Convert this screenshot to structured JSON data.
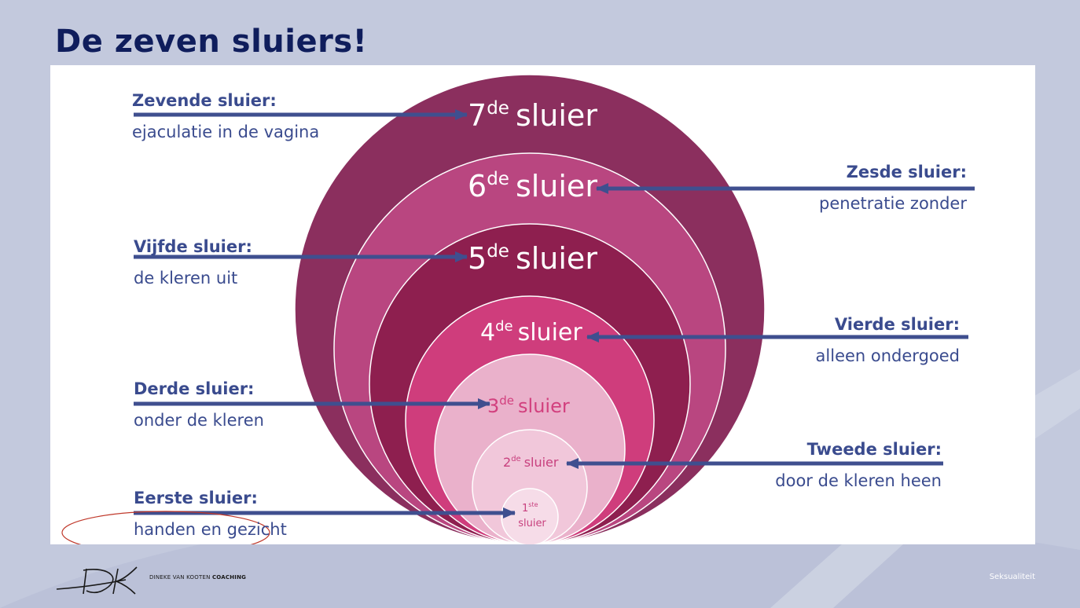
{
  "slide": {
    "title": "De zeven sluiers!",
    "footer": "Seksualiteit",
    "logo": {
      "text_light": "DINEKE VAN KOOTEN",
      "text_bold": "COACHING"
    }
  },
  "circles": [
    {
      "num": "7",
      "sup": "de",
      "word": "sluier"
    },
    {
      "num": "6",
      "sup": "de",
      "word": "sluier"
    },
    {
      "num": "5",
      "sup": "de",
      "word": "sluier"
    },
    {
      "num": "4",
      "sup": "de",
      "word": "sluier"
    },
    {
      "num": "3",
      "sup": "de",
      "word": "sluier"
    },
    {
      "num": "2",
      "sup": "de",
      "word": "sluier"
    },
    {
      "num": "1",
      "sup": "ste",
      "word": "sluier"
    }
  ],
  "labels": [
    {
      "head": "Zevende sluier:",
      "desc": "ejaculatie in de vagina"
    },
    {
      "head": "Zesde sluier:",
      "desc": "penetratie zonder"
    },
    {
      "head": "Vijfde sluier:",
      "desc": "de kleren uit"
    },
    {
      "head": "Vierde sluier:",
      "desc": "alleen ondergoed"
    },
    {
      "head": "Derde sluier:",
      "desc": "onder de kleren"
    },
    {
      "head": "Tweede sluier:",
      "desc": "door de kleren heen"
    },
    {
      "head": "Eerste sluier:",
      "desc": "handen en gezicht"
    }
  ],
  "colors": {
    "circle7": "#8b2f5e",
    "circle6": "#b94680",
    "circle5": "#8e1f4f",
    "circle4": "#cf3d7c",
    "circle3": "#eab1cb",
    "circle2": "#f1c7da",
    "circle1": "#f6dce8",
    "arrow": "#3f4f8f",
    "highlight_ellipse": "#c0392b"
  }
}
